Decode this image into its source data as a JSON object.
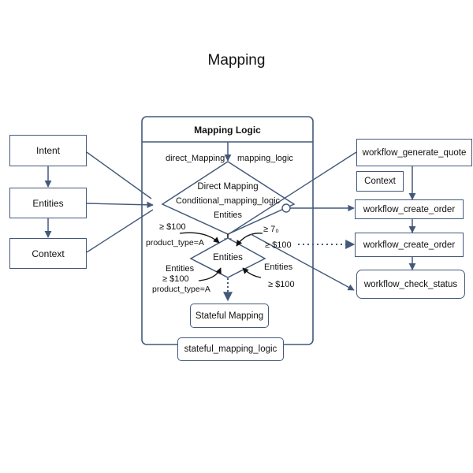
{
  "title": "Mapping",
  "left": {
    "intent": "Intent",
    "entities": "Entities",
    "context": "Context"
  },
  "center": {
    "panel_title": "Mapping Logic",
    "direct_mapping_label": "direct_Mapping",
    "mapping_logic_label": "mapping_logic",
    "diamond_line1": "Direct Mapping",
    "diamond_line2": "Conditional_mapping_logic",
    "diamond_line3": "Entities",
    "cond_left_amount": "≥ $100",
    "cond_left_product": "product_type=A",
    "cond_right_threshold": "≥ 7₀",
    "cond_right_amount": "≥ $100",
    "inner_diamond": "Entities",
    "lower_left_entities": "Entities",
    "lower_left_amount": "≥ $100",
    "lower_left_product": "product_type=A",
    "lower_right_entities": "Entities",
    "lower_right_amount": "≥ $100",
    "stateful_mapping": "Stateful Mapping",
    "stateful_logic": "stateful_mapping_logic"
  },
  "right": {
    "generate_quote": "workflow_generate_quote",
    "context": "Context",
    "create_order_1": "workflow_create_order",
    "create_order_2": "workflow_create_order",
    "check_status": "workflow_check_status"
  },
  "colors": {
    "stroke": "#44597a",
    "text": "#111111"
  }
}
